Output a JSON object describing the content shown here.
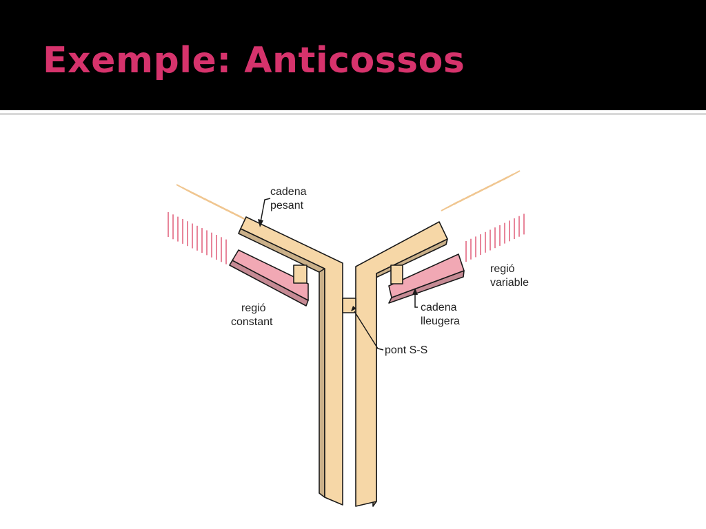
{
  "slide": {
    "title": "Exemple: Anticossos",
    "title_color": "#d6336c",
    "header_background": "#000000"
  },
  "diagram": {
    "labels": {
      "heavy_chain": [
        "cadena",
        "pesant"
      ],
      "variable_region": [
        "regió",
        "variable"
      ],
      "constant_region": [
        "regió",
        "constant"
      ],
      "light_chain": [
        "cadena",
        "lleugera"
      ],
      "disulfide_bridge": "pont S-S"
    },
    "colors": {
      "heavy_chain": "#f6d7a7",
      "light_chain": "#f1a8b4",
      "variable_heavy_dashes": "#f0c690",
      "variable_light_dashes": "#e8859a",
      "outline": "#1a1a1a"
    }
  }
}
